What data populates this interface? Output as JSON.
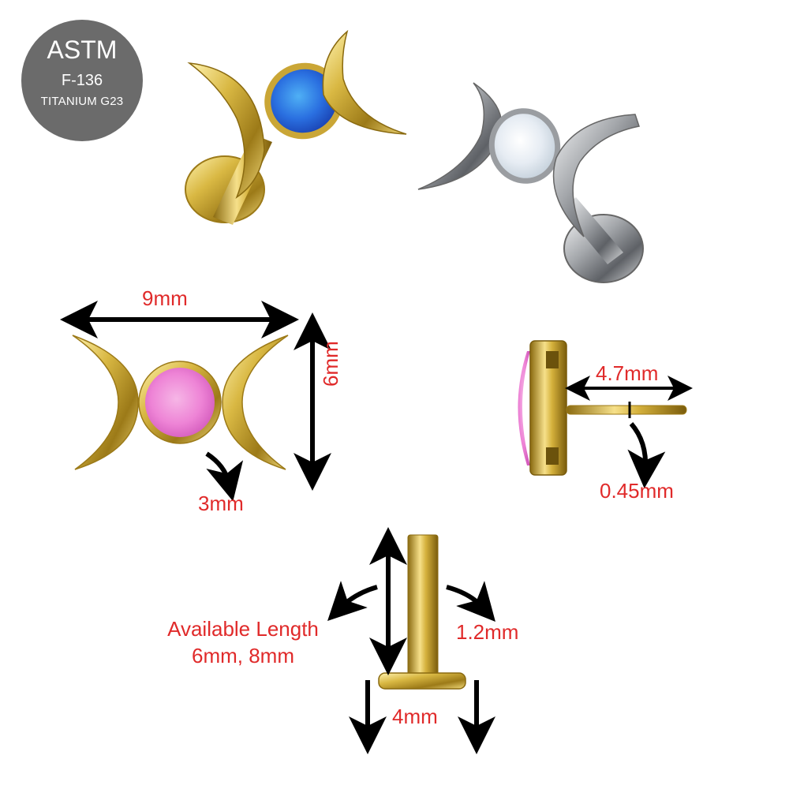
{
  "badge": {
    "line1": "ASTM",
    "line2": "F-136",
    "line3": "TITANIUM G23",
    "color": "#6b6b6b"
  },
  "products": [
    {
      "name": "gold-triple-moon-labret",
      "metal": "gold",
      "stone": "blue opal"
    },
    {
      "name": "silver-triple-moon-labret",
      "metal": "silver",
      "stone": "white opal"
    }
  ],
  "dimensions": {
    "width": "9mm",
    "height": "6mm",
    "stone": "3mm",
    "post_length": "4.7mm",
    "post_gauge": "0.45mm",
    "base_gauge": "1.2mm",
    "disc_diameter": "4mm",
    "available_length_label": "Available Length",
    "available_length_values": "6mm, 8mm"
  },
  "colors": {
    "label_red": "#e02a2a",
    "gold": "#d4b13a",
    "silver": "#a9abae",
    "pink_opal": "#ee88d8",
    "blue_opal": "#2d7de0"
  }
}
